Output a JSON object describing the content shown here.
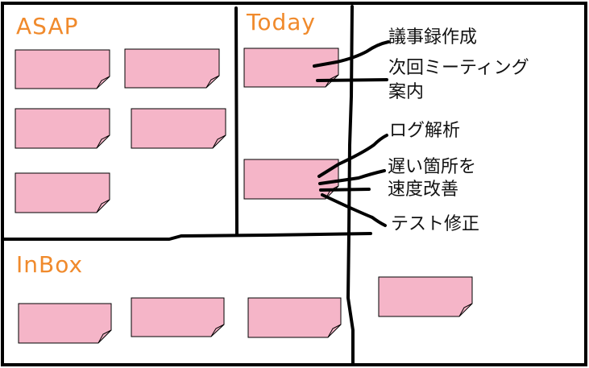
{
  "sections": {
    "asap": "ASAP",
    "today": "Today",
    "inbox": "InBox"
  },
  "notes": {
    "minutes": "議事録作成",
    "meeting_line1": "次回ミーティング",
    "meeting_line2": "案内",
    "log_analysis": "ログ解析",
    "slow_line1": "遅い箇所を",
    "slow_line2": "速度改善",
    "test_fix": "テスト修正"
  },
  "colors": {
    "label": "#f08a2c",
    "sticky_fill": "#f5b5c8",
    "ink": "#000000"
  }
}
